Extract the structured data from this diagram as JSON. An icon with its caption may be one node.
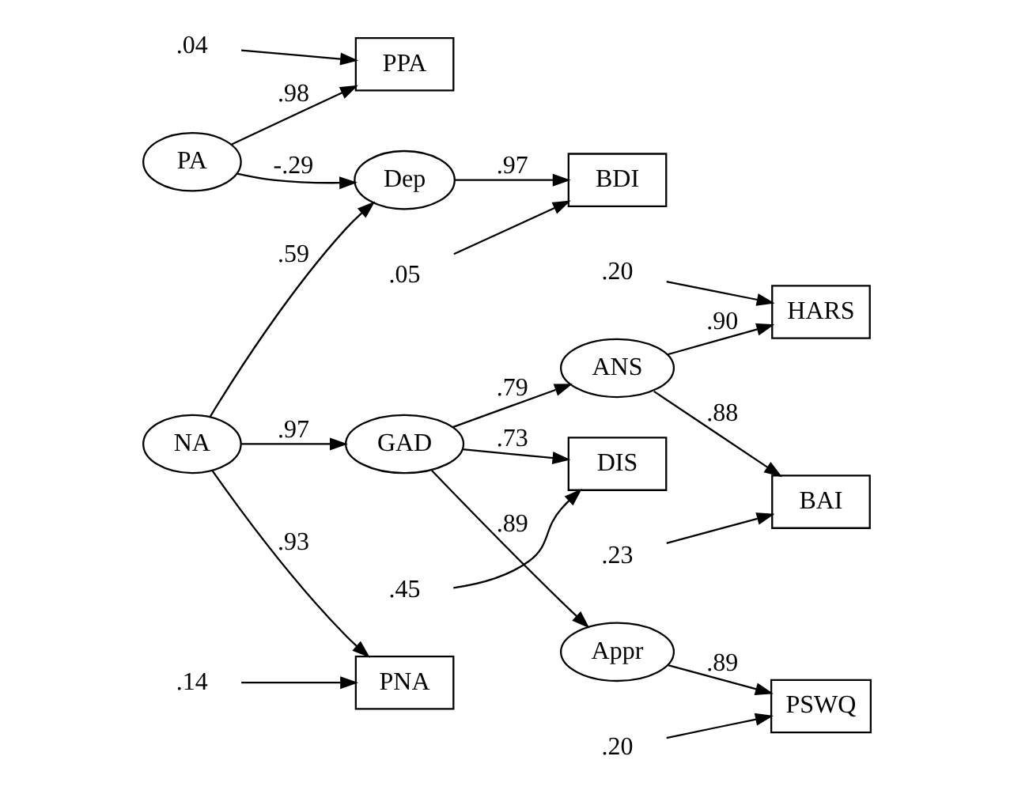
{
  "diagram": {
    "nodes": [
      {
        "text": [
          ".04"
        ]
      },
      {
        "text": [
          "PPA"
        ]
      },
      {
        "text": [
          "PA"
        ]
      },
      {
        "text": [
          "Dep"
        ]
      },
      {
        "text": [
          "BDI"
        ]
      },
      {
        "text": [
          ".05"
        ]
      },
      {
        "text": [
          ".14"
        ]
      },
      {
        "text": [
          "PNA"
        ]
      },
      {
        "text": [
          "NA"
        ]
      },
      {
        "text": [
          "GAD"
        ]
      },
      {
        "text": [
          "DIS"
        ]
      },
      {
        "text": [
          ".45"
        ]
      },
      {
        "text": [
          "ANS"
        ]
      },
      {
        "text": [
          "HARS"
        ]
      },
      {
        "text": [
          ".20"
        ]
      },
      {
        "text": [
          "BAI"
        ]
      },
      {
        "text": [
          ".23"
        ]
      },
      {
        "text": [
          "Appr"
        ]
      },
      {
        "text": [
          "PSWQ"
        ]
      },
      {
        "text": [
          ".20"
        ]
      }
    ],
    "edges": [
      {
        "from": 0,
        "to": 1,
        "arrow": "to"
      },
      {
        "from": 2,
        "to": 1,
        "arrow": "to",
        "label": ".98"
      },
      {
        "from": 2,
        "to": 3,
        "arrow": "to",
        "label": "-.29"
      },
      {
        "from": 3,
        "to": 4,
        "arrow": "to",
        "label": ".97"
      },
      {
        "from": 5,
        "to": 4,
        "arrow": "to"
      },
      {
        "from": 6,
        "to": 7,
        "arrow": "to"
      },
      {
        "from": 8,
        "to": 7,
        "arrow": "to",
        "label": ".93"
      },
      {
        "from": 8,
        "to": 3,
        "arrow": "to",
        "label": ".59"
      },
      {
        "from": 8,
        "to": 9,
        "arrow": "to",
        "label": ".97"
      },
      {
        "from": 9,
        "to": 10,
        "arrow": "to",
        "label": ".73"
      },
      {
        "from": 11,
        "to": 10,
        "arrow": "to"
      },
      {
        "from": 9,
        "to": 12,
        "arrow": "to",
        "label": ".79"
      },
      {
        "from": 12,
        "to": 13,
        "arrow": "to",
        "label": ".90"
      },
      {
        "from": 14,
        "to": 13,
        "arrow": "to"
      },
      {
        "from": 12,
        "to": 15,
        "arrow": "to",
        "label": ".88"
      },
      {
        "from": 16,
        "to": 15,
        "arrow": "to"
      },
      {
        "from": 9,
        "to": 17,
        "arrow": "to",
        "label": ".89"
      },
      {
        "from": 17,
        "to": 18,
        "arrow": "to",
        "label": ".89"
      },
      {
        "from": 19,
        "to": 18,
        "arrow": "to"
      }
    ]
  }
}
